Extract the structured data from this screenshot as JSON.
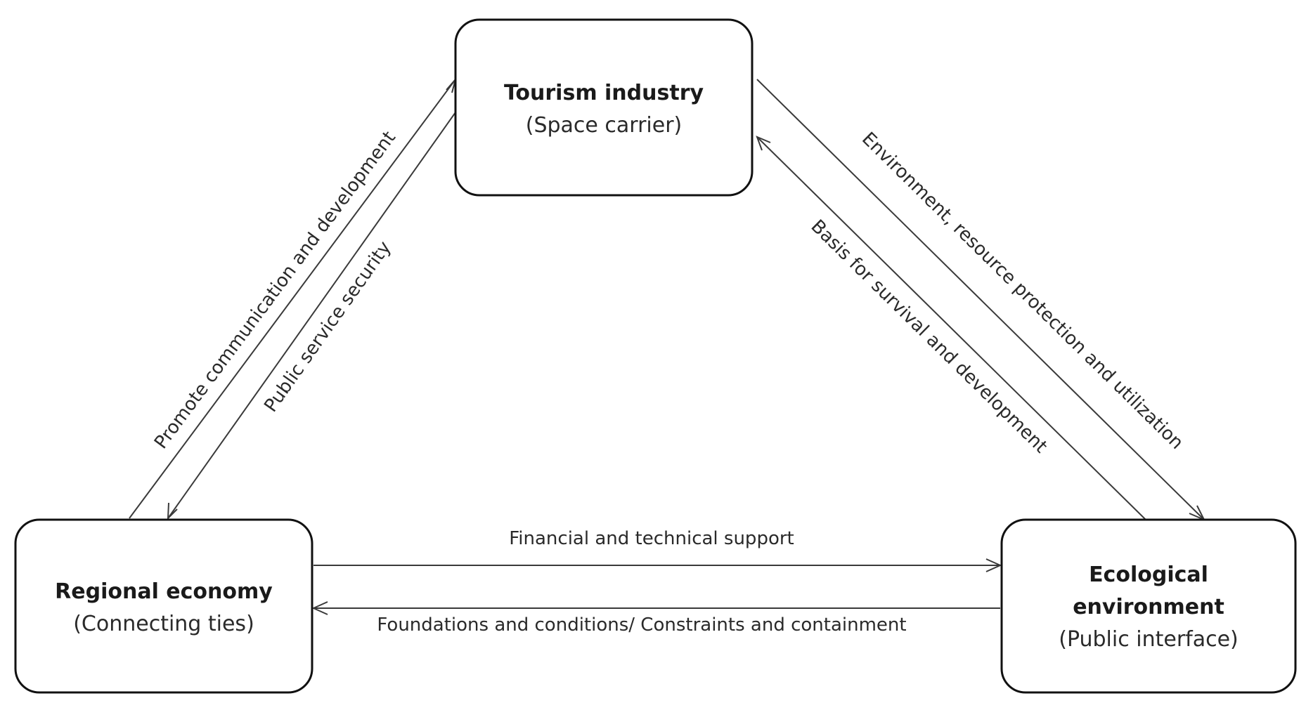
{
  "nodes": {
    "tourism": {
      "title": "Tourism industry",
      "subtitle": "(Space carrier)"
    },
    "regional": {
      "title": "Regional economy",
      "subtitle": "(Connecting ties)"
    },
    "ecological": {
      "title_line1": "Ecological",
      "title_line2": "environment",
      "subtitle": "(Public interface)"
    }
  },
  "edges": {
    "promote": "Promote communication and development",
    "public_service": "Public service security",
    "environment": "Environment, resource protection and utilization",
    "basis": "Basis for survival and development",
    "financial": "Financial and technical support",
    "foundations": "Foundations and conditions/ Constraints and containment"
  }
}
